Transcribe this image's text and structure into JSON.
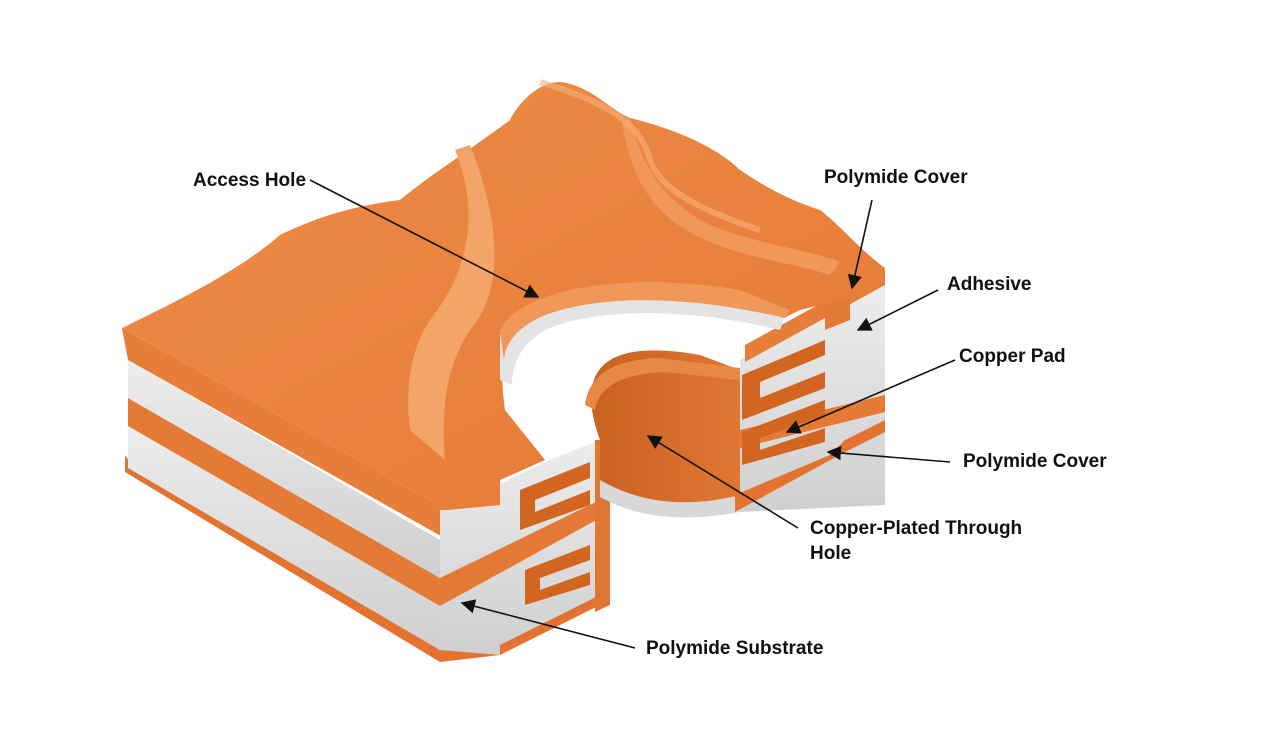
{
  "colors": {
    "copper": "#E8813D",
    "copper_light": "#F09A5C",
    "copper_dark": "#C5601E",
    "polyimide": "#E4E4E4",
    "polyimide_shade": "#C8C8C8",
    "background": "#FFFFFF",
    "text": "#111111"
  },
  "labels": {
    "access_hole": "Access Hole",
    "polymide_cover_top": "Polymide Cover",
    "adhesive": "Adhesive",
    "copper_pad": "Copper Pad",
    "polymide_cover_bottom": "Polymide Cover",
    "copper_plated_line1": "Copper-Plated Through",
    "copper_plated_line2": "Hole",
    "polymide_substrate": "Polymide Substrate"
  }
}
